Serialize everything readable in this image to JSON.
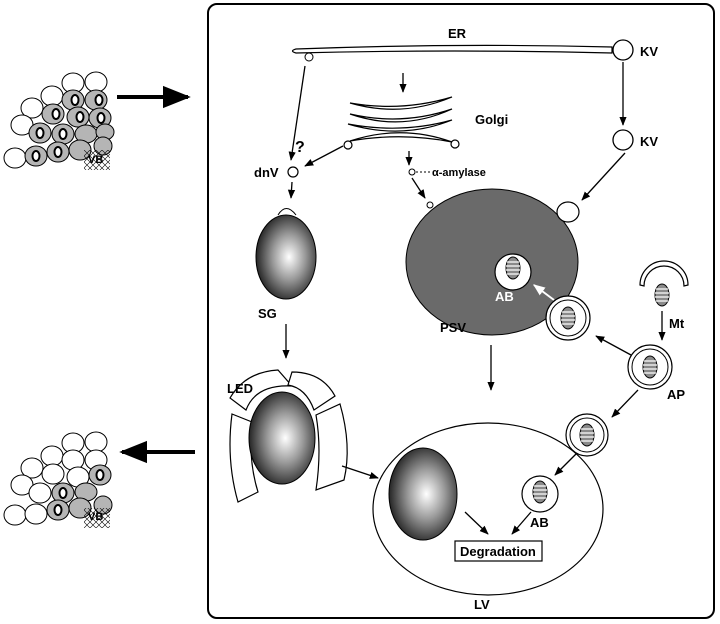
{
  "labels": {
    "er": "ER",
    "kv_top": "KV",
    "kv_mid": "KV",
    "golgi": "Golgi",
    "question": "?",
    "dnv": "dnV",
    "alpha_amylase": "α-amylase",
    "sg": "SG",
    "psv": "PSV",
    "ab_in_psv": "AB",
    "mt": "Mt",
    "ap": "AP",
    "led": "LED",
    "ab_in_lv": "AB",
    "degradation": "Degradation",
    "lv": "LV",
    "vb_top": "VB",
    "vb_bottom": "VB"
  },
  "colors": {
    "psv_fill": "#6a6a6a",
    "cell_shaded": "#b5b5b5",
    "line": "#000000"
  }
}
